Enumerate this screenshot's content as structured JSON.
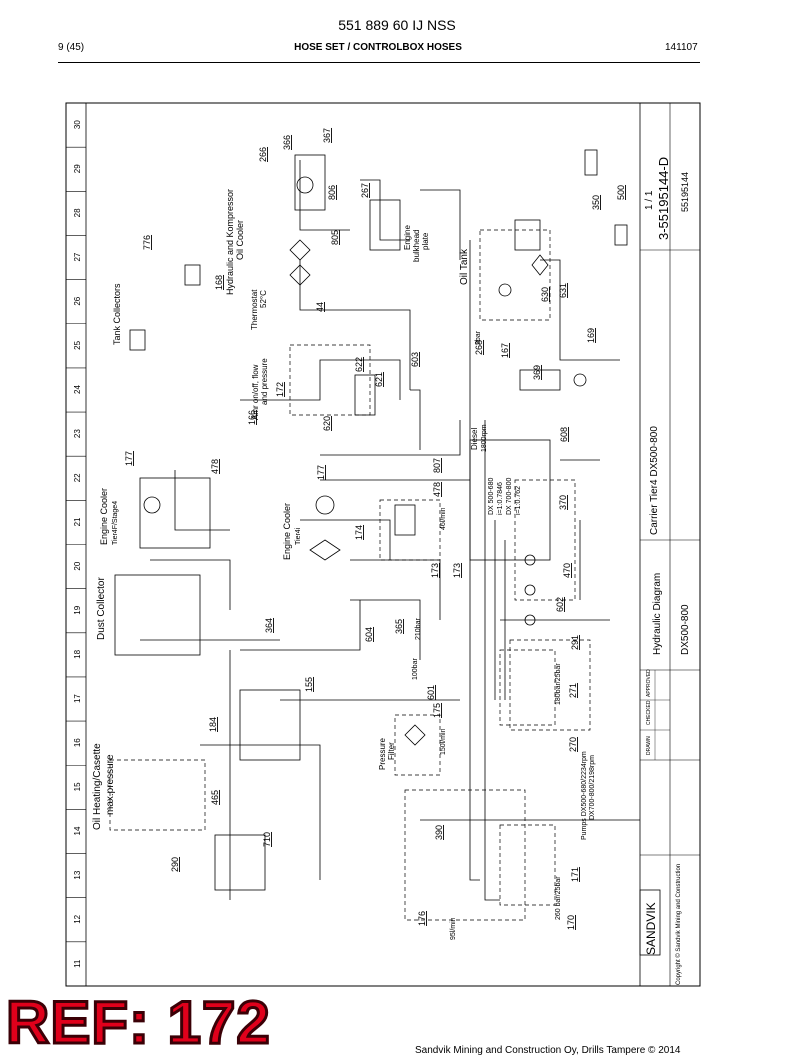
{
  "header": {
    "document_code": "551 889 60 IJ NSS",
    "page": "9 (45)",
    "title": "HOSE SET / CONTROLBOX HOSES",
    "date": "141107"
  },
  "grid_columns": [
    "11",
    "12",
    "13",
    "14",
    "15",
    "16",
    "17",
    "18",
    "19",
    "20",
    "21",
    "22",
    "23",
    "24",
    "25",
    "26",
    "27",
    "28",
    "29",
    "30"
  ],
  "title_block": {
    "drawing_title": "Hydraulic Diagram",
    "model": "DX500-800",
    "carrier": "Carrier Tier4 DX500-800",
    "drawing_number": "3-55195144-D",
    "sheet": "1 / 1",
    "cross_ref": "55195144",
    "company": "SANDVIK",
    "copyright": "Copyright © Sandvik Mining and Construction",
    "rows": [
      "DRAWN",
      "CHECKED",
      "APPROVED"
    ]
  },
  "labels": {
    "oil_heating": "Oil Heating/Casette",
    "max_pressure": "max.pressure",
    "dust_collector": "Dust Collector",
    "engine_cooler_1": "Engine Cooler",
    "engine_cooler_1b": "Tier4F/Stage4",
    "engine_cooler_2": "Engine Cooler",
    "engine_cooler_2b": "Tier4i",
    "pressure_filter": "Pressure",
    "pressure_filter_b": "Filter",
    "tank_collectors": "Tank Collectors",
    "oil_tank": "Oil Tank",
    "hyd_compressor": "Hydraulic and Kompressor",
    "oil_cooler": "Oil Cooler",
    "thermostat": "Thermostat",
    "thermostat_temp": "52°C",
    "engine_bulkhead": "Engine",
    "engine_bulkhead_b": "bulkhead",
    "engine_bulkhead_c": "plate",
    "amr": "Amr on/off, flow",
    "amr_b": "and pressure",
    "diesel": "Diesel",
    "diesel_rpm": "1800rpm",
    "ratio_1": "DX 500-680",
    "ratio_1b": "i=1:0.7846",
    "ratio_2": "DX 700-800",
    "ratio_2b": "i=1:0.762",
    "pumps": "Pumps DX500-680/2234rpm",
    "pumps_b": "DX700-800/2198rpm",
    "flow_95": "95l/min",
    "flow_150": "150l/min",
    "flow_46": "46l/min",
    "bar_260": "260 bar/25bar",
    "bar_180": "180bar/25bar",
    "bar_210": "210bar",
    "bar_100": "100bar",
    "bar_2": "2bar"
  },
  "ref_numbers": [
    "266",
    "366",
    "367",
    "776",
    "168",
    "806",
    "267",
    "805",
    "44",
    "622",
    "621",
    "603",
    "172",
    "166",
    "620",
    "268",
    "167",
    "630",
    "631",
    "169",
    "369",
    "608",
    "177",
    "478",
    "177",
    "478",
    "807",
    "174",
    "173",
    "173",
    "370",
    "470",
    "364",
    "604",
    "365",
    "602",
    "155",
    "601",
    "175",
    "291",
    "271",
    "184",
    "465",
    "270",
    "390",
    "290",
    "710",
    "176",
    "171",
    "170",
    "350",
    "500"
  ],
  "stamp": "REF: 172",
  "footer": "Sandvik Mining and Construction Oy, Drills Tampere © 2014"
}
